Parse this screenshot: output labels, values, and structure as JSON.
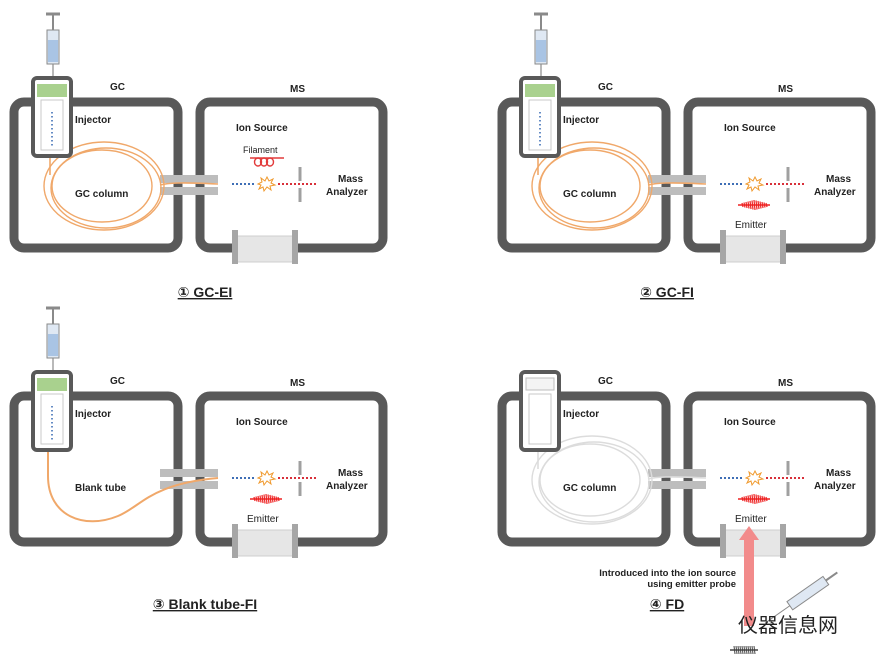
{
  "colors": {
    "frame": "#595959",
    "tube": "#f0a86a",
    "tube_inactive": "#dcdcdc",
    "injector_cap": "#a9d18e",
    "emitter": "#ee2222",
    "filament": "#e23a3a",
    "ion_line_blue": "#3f6fb6",
    "ion_line_red": "#d8303a",
    "spark": "#f09a2e",
    "arrow": "#f28b8b",
    "watermark": "#c9dbe8"
  },
  "panels": [
    {
      "id": "gc-ei",
      "caption": "① GC-EI",
      "gc_label": "GC",
      "ms_label": "MS",
      "injector_label": "Injector",
      "column_label": "GC column",
      "column_type": "coil",
      "ion_source_label": "Ion Source",
      "mass_analyzer_line1": "Mass",
      "mass_analyzer_line2": "Analyzer",
      "filament_label": "Filament",
      "emitter_label": "",
      "syringe": true,
      "inactive_gc": false
    },
    {
      "id": "gc-fi",
      "caption": "② GC-FI",
      "gc_label": "GC",
      "ms_label": "MS",
      "injector_label": "Injector",
      "column_label": "GC column",
      "column_type": "coil",
      "ion_source_label": "Ion Source",
      "mass_analyzer_line1": "Mass",
      "mass_analyzer_line2": "Analyzer",
      "filament_label": "",
      "emitter_label": "Emitter",
      "syringe": true,
      "inactive_gc": false
    },
    {
      "id": "blank-tube-fi",
      "caption": "③ Blank tube-FI",
      "gc_label": "GC",
      "ms_label": "MS",
      "injector_label": "Injector",
      "column_label": "Blank tube",
      "column_type": "tube",
      "ion_source_label": "Ion Source",
      "mass_analyzer_line1": "Mass",
      "mass_analyzer_line2": "Analyzer",
      "filament_label": "",
      "emitter_label": "Emitter",
      "syringe": true,
      "inactive_gc": false
    },
    {
      "id": "fd",
      "caption": "④ FD",
      "gc_label": "GC",
      "ms_label": "MS",
      "injector_label": "Injector",
      "column_label": "GC column",
      "column_type": "coil",
      "ion_source_label": "Ion Source",
      "mass_analyzer_line1": "Mass",
      "mass_analyzer_line2": "Analyzer",
      "filament_label": "",
      "emitter_label": "Emitter",
      "syringe": false,
      "inactive_gc": true,
      "probe_note_line1": "Introduced into the ion source",
      "probe_note_line2": "using emitter probe"
    }
  ],
  "watermark": "仪器信息网"
}
